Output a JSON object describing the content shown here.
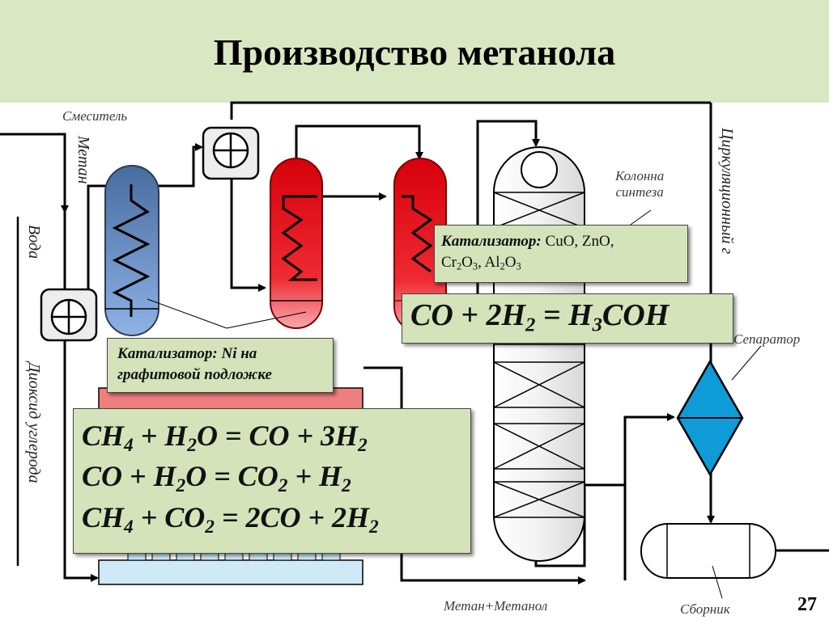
{
  "title": "Производство метанола",
  "labels": {
    "mixer": "Смеситель",
    "methane": "Метан",
    "water": "Вода",
    "carbon_dioxide": "Диоксид углерода",
    "column_line1": "Колонна",
    "column_line2": "синтеза",
    "circulation": "Циркуляционный г",
    "separator": "Сепаратор",
    "methane_methanol": "Метан+Метанол",
    "collector": "Сборник"
  },
  "catalyst_ni": {
    "line1": "Катализатор: Ni на",
    "line2": "графитовой подложке"
  },
  "catalyst_cu": {
    "line1_label": "Катализатор:",
    "line1_formula": "CuO, ZnO,",
    "line2": "Cr2O3, Al2O3"
  },
  "synthesis_equation": "CO + 2H2 = H3COH",
  "reforming_equations": [
    "CH4 + H2O = CO + 3H2",
    "CO + H2O = CO2 + H2",
    "CH4 + CO2 = 2CO + 2H2"
  ],
  "page_number": "27",
  "colors": {
    "title_band": "#d9e7c3",
    "box_fill": "#d4e3b9",
    "blue_reactor": "#6f95cf",
    "red_reactor": "#e8141c",
    "separator": "#0f9ad8",
    "furnace": "#ef7f7f",
    "burner": "#cfe9f7"
  }
}
